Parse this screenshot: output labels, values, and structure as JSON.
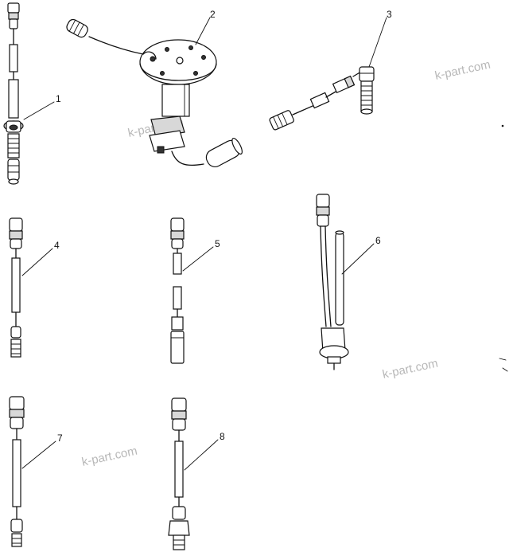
{
  "parts": [
    {
      "id": "1",
      "callout": "1",
      "icon": "temperature-sensor-with-thread"
    },
    {
      "id": "2",
      "callout": "2",
      "icon": "fuel-level-sender-with-float"
    },
    {
      "id": "3",
      "callout": "3",
      "icon": "angled-threaded-sensor"
    },
    {
      "id": "4",
      "callout": "4",
      "icon": "sensor-with-long-lead"
    },
    {
      "id": "5",
      "callout": "5",
      "icon": "sensor-with-split-lead"
    },
    {
      "id": "6",
      "callout": "6",
      "icon": "dual-wire-sensor-with-base"
    },
    {
      "id": "7",
      "callout": "7",
      "icon": "sensor-with-lead-and-hex-end"
    },
    {
      "id": "8",
      "callout": "8",
      "icon": "pressure-sensor-with-lead"
    }
  ],
  "watermarks": [
    "k-part.com",
    "k-part.com",
    "k-part.com",
    "k-part.com"
  ]
}
